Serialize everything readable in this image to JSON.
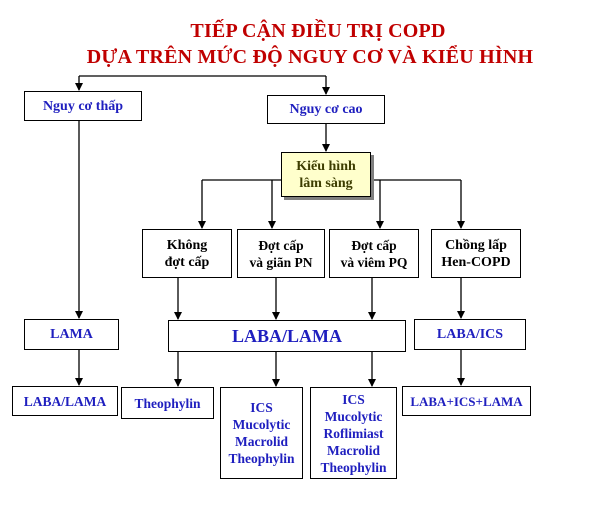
{
  "title": {
    "line1": "TIẾP CẬN ĐIỀU TRỊ COPD",
    "line2": "DỰA TRÊN MỨC ĐỘ NGUY CƠ VÀ KIỂU HÌNH"
  },
  "risk": {
    "low": "Nguy cơ thấp",
    "high": "Nguy cơ cao"
  },
  "phenotype": {
    "line1": "Kiểu hình",
    "line2": "lâm sàng"
  },
  "types": {
    "no_exac": {
      "line1": "Không",
      "line2": "đợt cấp"
    },
    "exac_bronchiectasis": {
      "line1": "Đợt cấp",
      "line2": "và giãn PN"
    },
    "exac_bronchitis": {
      "line1": "Đợt cấp",
      "line2": "và viêm PQ"
    },
    "overlap": {
      "line1": "Chồng lấp",
      "line2": "Hen-COPD"
    }
  },
  "step1": {
    "lama": "LAMA",
    "laba_lama": "LABA/LAMA",
    "laba_ics": "LABA/ICS"
  },
  "step2": {
    "laba_lama": "LABA/LAMA",
    "theophylin": "Theophylin",
    "bronchiectasis_list": [
      "ICS",
      "Mucolytic",
      "Macrolid",
      "Theophylin"
    ],
    "bronchitis_list": [
      "ICS",
      "Mucolytic",
      "Roflimiast",
      "Macrolid",
      "Theophylin"
    ],
    "triple": "LABA+ICS+LAMA"
  },
  "colors": {
    "title": "#c00000",
    "blue_text": "#1f1fbf",
    "phenotype_fill": "#ffffcc"
  }
}
